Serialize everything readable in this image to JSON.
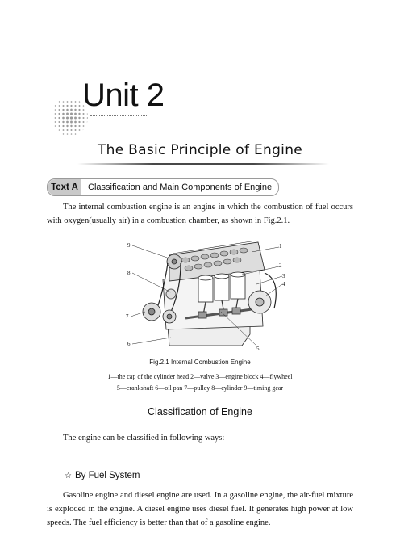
{
  "unit": {
    "title": "Unit 2"
  },
  "chapter": {
    "title": "The Basic Principle of Engine"
  },
  "section_tab": {
    "label": "Text A",
    "title": "Classification and Main Components of Engine"
  },
  "intro_paragraph": "The internal combustion engine is an engine in which the combustion of fuel occurs with oxygen(usually air) in a combustion chamber, as shown in Fig.2.1.",
  "figure": {
    "caption": "Fig.2.1    Internal Combustion Engine",
    "callouts": [
      "1",
      "2",
      "3",
      "4",
      "5",
      "6",
      "7",
      "8",
      "9"
    ],
    "legend_row1": "1—the cap of the cylinder head      2—valve      3—engine block      4—flywheel",
    "legend_row2": "5—crankshaft      6—oil pan      7—pulley      8—cylinder      9—timing gear"
  },
  "classification": {
    "heading": "Classification of Engine",
    "intro": "The engine can be classified in following ways:",
    "subheading_icon": "star-icon",
    "subheading": "By Fuel System",
    "paragraph": "Gasoline engine and diesel engine are used. In a gasoline engine, the air-fuel mixture is exploded in the engine. A diesel engine uses diesel fuel. It generates high power at low speeds. The fuel efficiency is better than that of a gasoline engine."
  }
}
